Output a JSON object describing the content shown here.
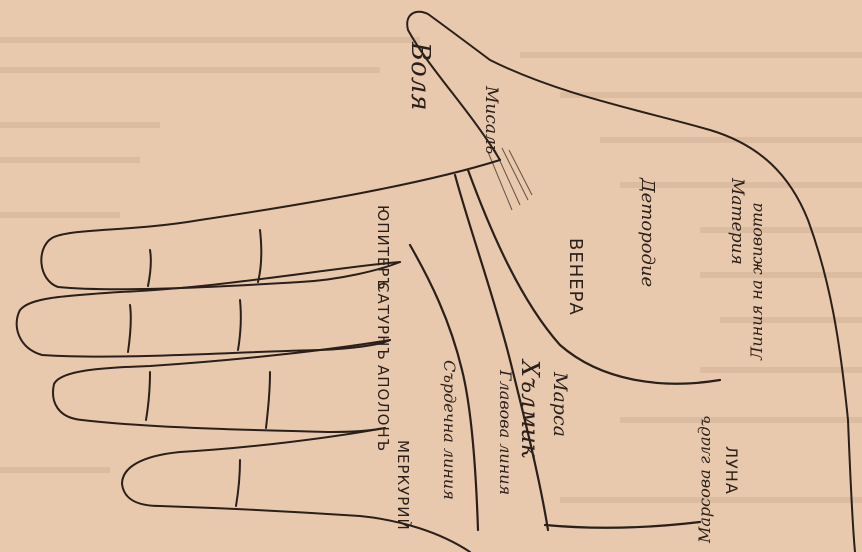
{
  "colors": {
    "paper": "#e8c9ad",
    "ink": "#2a1f1a",
    "bleed_text": "#c9a98f"
  },
  "labels": {
    "volya": "Воля",
    "misal": "Мисаль",
    "yupiter": "ЮПИТЕРЪ",
    "saturn": "САТУРНЪ",
    "apolon": "АПОЛОНЪ",
    "merkurii": "МЕРКУРИЙ",
    "serdechna": "Сърдечна линия",
    "glavova": "Главова линия",
    "halmik": "Хълмик",
    "marsa": "Марса",
    "venera": "ВЕНЕРА",
    "detorodie": "Детородие",
    "materia": "Материя",
    "liniya_zhivot": "Линия на живота",
    "marsova_ravnina": "Марсова гладъ",
    "luna": "ЛУНА"
  }
}
